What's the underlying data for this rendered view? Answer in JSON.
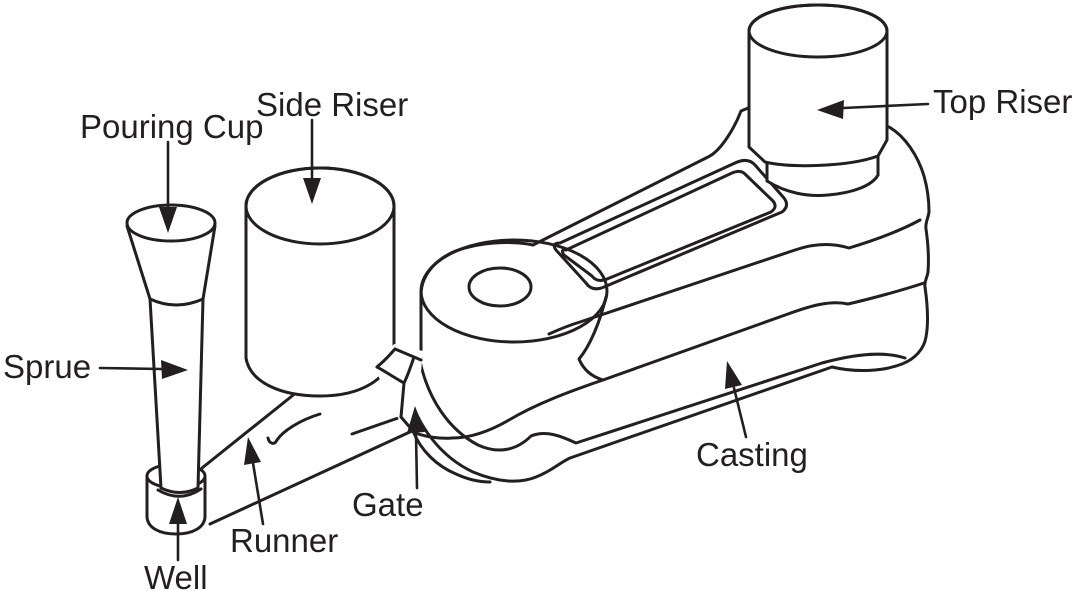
{
  "parts": {
    "pouring_cup": {
      "label": "Pouring Cup"
    },
    "side_riser": {
      "label": "Side Riser"
    },
    "top_riser": {
      "label": "Top Riser"
    },
    "sprue": {
      "label": "Sprue"
    },
    "well": {
      "label": "Well"
    },
    "runner": {
      "label": "Runner"
    },
    "gate": {
      "label": "Gate"
    },
    "casting": {
      "label": "Casting"
    }
  },
  "colors": {
    "line": "#231f20",
    "background": "#ffffff"
  }
}
